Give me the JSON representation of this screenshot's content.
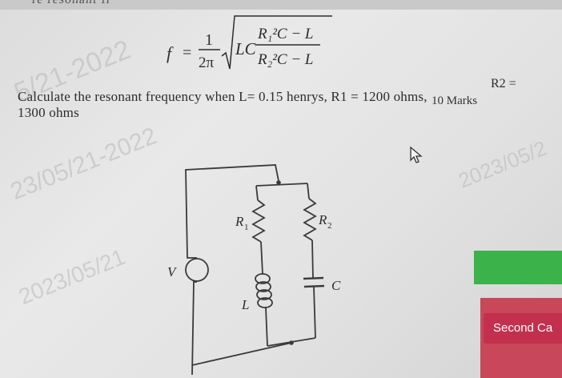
{
  "formula": {
    "lhs": "f",
    "equals": "=",
    "numerator": "1",
    "denominator": "2π",
    "radicand_prefix": "LC",
    "inner_numerator": "R₁²C − L",
    "inner_denominator": "R₂²C − L"
  },
  "question": {
    "line1": "Calculate the resonant frequency when  L= 0.15 henrys,  R1 = 1200 ohms,",
    "r2_value": "R2 =",
    "line2": "1300 ohms",
    "marks": "10 Marks"
  },
  "circuit": {
    "source_label": "V",
    "r1_label": "R",
    "r1_sub": "1",
    "r2_label": "R",
    "r2_sub": "2",
    "inductor_label": "L",
    "capacitor_label": "C"
  },
  "watermarks": [
    "5/21-2022",
    "23/05/21-2022",
    "2023/05/21",
    "2023/05/2"
  ],
  "top_strip_text": "re  resonant  fr",
  "button": {
    "label": "Second Ca"
  },
  "colors": {
    "green_bar": "#3bb34a",
    "button": "#c2304e"
  }
}
